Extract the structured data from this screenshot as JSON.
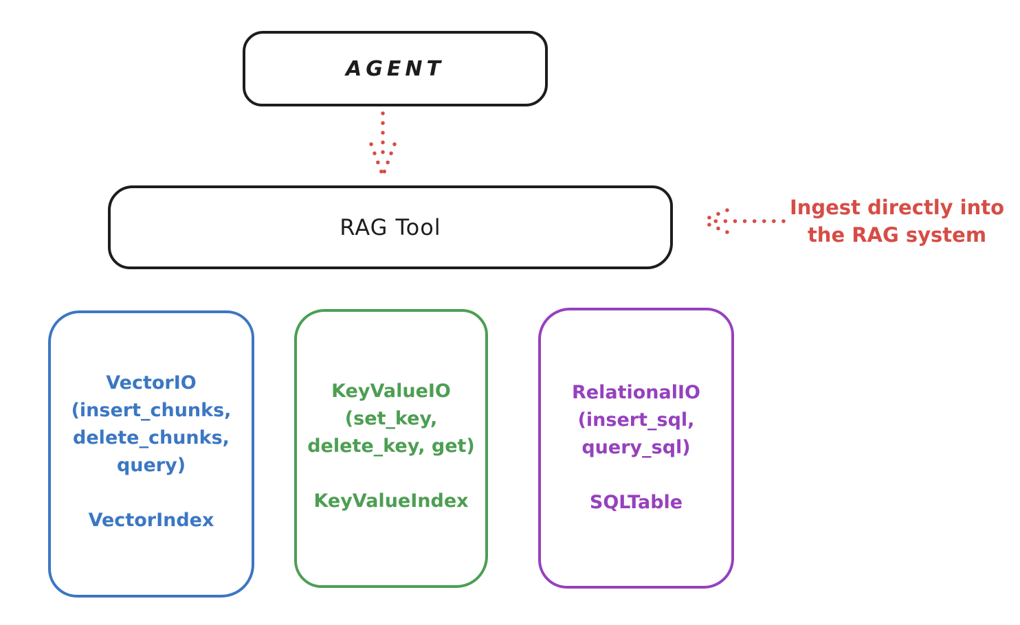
{
  "diagram": {
    "agent": {
      "label": "AGENT"
    },
    "rag_tool": {
      "label": "RAG Tool"
    },
    "annotation": {
      "line1": "Ingest directly into",
      "line2": "the RAG system"
    },
    "io_boxes": [
      {
        "name": "VectorIO",
        "lines": [
          "VectorIO",
          "(insert_chunks,",
          "delete_chunks,",
          "query)"
        ],
        "index_label": "VectorIndex",
        "color": "#3b77c3"
      },
      {
        "name": "KeyValueIO",
        "lines": [
          "KeyValueIO",
          "(set_key,",
          "delete_key, get)"
        ],
        "index_label": "KeyValueIndex",
        "color": "#4d9e53"
      },
      {
        "name": "RelationalIO",
        "lines": [
          "RelationalIO",
          "(insert_sql,",
          "query_sql)"
        ],
        "index_label": "SQLTable",
        "color": "#9641bd"
      }
    ],
    "colors": {
      "box_border_black": "#1d1d1d",
      "arrow_red": "#d64d46",
      "vector_blue": "#3b77c3",
      "keyvalue_green": "#4d9e53",
      "relational_purple": "#9641bd",
      "background": "#ffffff"
    }
  }
}
